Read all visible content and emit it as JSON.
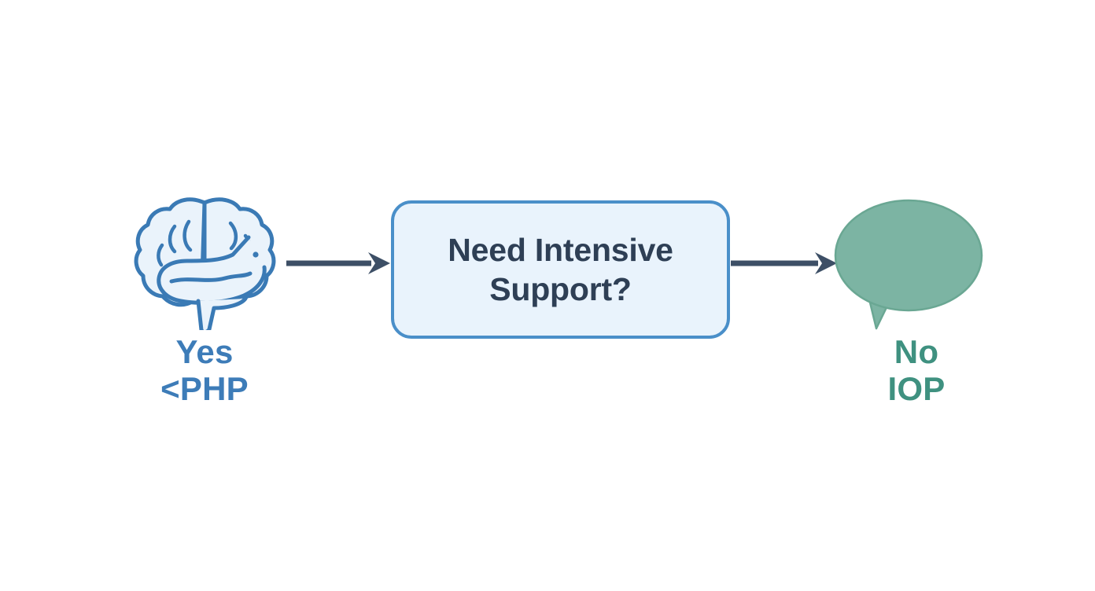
{
  "diagram": {
    "background_color": "#ffffff",
    "type": "flow",
    "nodes": [
      {
        "id": "brain",
        "kind": "icon",
        "icon": "brain-icon",
        "stroke_color": "#3a7ab5",
        "fill_color": "#eaf3fb",
        "labels": [
          "Yes",
          "<PHP"
        ],
        "label_color": "#3d7cb8"
      },
      {
        "id": "decision",
        "kind": "decision-box",
        "text_line_1": "Need Intensive",
        "text_line_2": "Support?",
        "text_color": "#2e3f55",
        "fill_color": "#e9f3fc",
        "border_color": "#4a8fc9"
      },
      {
        "id": "outcome",
        "kind": "icon",
        "icon": "speech-bubble-icon",
        "fill_color": "#7cb4a3",
        "stroke_color": "#6aa793",
        "labels": [
          "No",
          "IOP"
        ],
        "label_color": "#3f9180"
      }
    ],
    "edges": [
      {
        "id": "edge-brain-to-decision",
        "from": "brain",
        "to": "decision",
        "color": "#3d4f66",
        "head": "solid-triangle"
      },
      {
        "id": "edge-decision-to-outcome",
        "from": "decision",
        "to": "outcome",
        "color": "#3d4f66",
        "head": "solid-triangle"
      }
    ]
  },
  "left_node": {
    "icon_name": "brain-icon",
    "label_top": "Yes",
    "label_bottom": "<PHP"
  },
  "center_node": {
    "line1": "Need Intensive",
    "line2": "Support?"
  },
  "right_node": {
    "icon_name": "speech-bubble-icon",
    "label_top": "No",
    "label_bottom": "IOP"
  }
}
